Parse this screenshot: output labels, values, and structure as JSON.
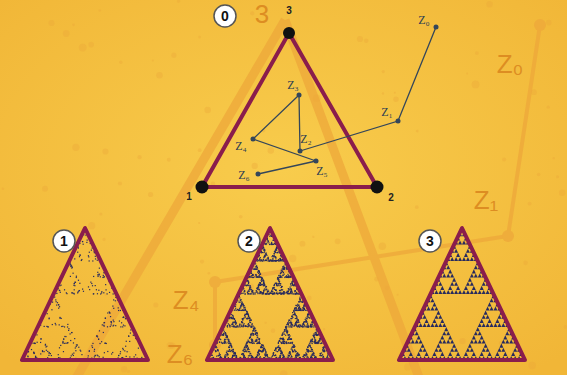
{
  "diagram": {
    "labels": [
      "0",
      "3",
      "Z₀",
      "Z₃",
      "Z₁",
      "Z₂",
      "Z₄",
      "Z₅",
      "Z₆",
      "1",
      "2",
      "1",
      "2",
      "3",
      "3",
      "Z₀",
      "Z₁",
      "Z₄",
      "Z₆"
    ]
  }
}
